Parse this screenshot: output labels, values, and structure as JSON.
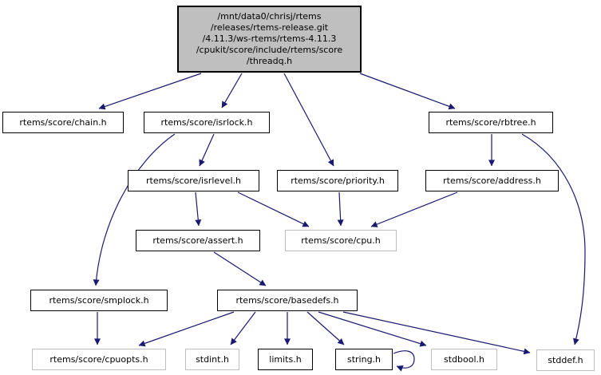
{
  "diagram": {
    "type": "include-dependency-graph",
    "style": "doxygen-graphviz",
    "colors": {
      "edge": "#191970",
      "main_node_fill": "#bfbfbf",
      "node_fill": "#ffffff",
      "internal_node_border": "#000000",
      "external_node_border": "#bebebe",
      "text": "#000000",
      "background": "#ffffff"
    }
  },
  "nodes": {
    "threadq": {
      "label": "/mnt/data0/chrisj/rtems\n/releases/rtems-release.git\n/4.11.3/ws-rtems/rtems-4.11.3\n/cpukit/score/include/rtems/score\n/threadq.h",
      "kind": "main"
    },
    "chain": {
      "label": "rtems/score/chain.h",
      "kind": "internal"
    },
    "isrlock": {
      "label": "rtems/score/isrlock.h",
      "kind": "internal"
    },
    "rbtree": {
      "label": "rtems/score/rbtree.h",
      "kind": "internal"
    },
    "isrlevel": {
      "label": "rtems/score/isrlevel.h",
      "kind": "internal"
    },
    "priority": {
      "label": "rtems/score/priority.h",
      "kind": "internal"
    },
    "address": {
      "label": "rtems/score/address.h",
      "kind": "internal"
    },
    "assert": {
      "label": "rtems/score/assert.h",
      "kind": "internal"
    },
    "cpu": {
      "label": "rtems/score/cpu.h",
      "kind": "external"
    },
    "smplock": {
      "label": "rtems/score/smplock.h",
      "kind": "internal"
    },
    "basedefs": {
      "label": "rtems/score/basedefs.h",
      "kind": "internal"
    },
    "cpuopts": {
      "label": "rtems/score/cpuopts.h",
      "kind": "external"
    },
    "stdint": {
      "label": "stdint.h",
      "kind": "external"
    },
    "limits": {
      "label": "limits.h",
      "kind": "internal"
    },
    "string": {
      "label": "string.h",
      "kind": "internal"
    },
    "stdbool": {
      "label": "stdbool.h",
      "kind": "external"
    },
    "stddef": {
      "label": "stddef.h",
      "kind": "external"
    }
  },
  "edges": [
    {
      "from": "threadq",
      "to": "chain"
    },
    {
      "from": "threadq",
      "to": "isrlock"
    },
    {
      "from": "threadq",
      "to": "priority"
    },
    {
      "from": "threadq",
      "to": "rbtree"
    },
    {
      "from": "isrlock",
      "to": "isrlevel"
    },
    {
      "from": "isrlock",
      "to": "smplock"
    },
    {
      "from": "isrlevel",
      "to": "assert"
    },
    {
      "from": "isrlevel",
      "to": "cpu"
    },
    {
      "from": "priority",
      "to": "cpu"
    },
    {
      "from": "address",
      "to": "cpu"
    },
    {
      "from": "rbtree",
      "to": "address"
    },
    {
      "from": "rbtree",
      "to": "stddef"
    },
    {
      "from": "assert",
      "to": "basedefs"
    },
    {
      "from": "smplock",
      "to": "cpuopts"
    },
    {
      "from": "basedefs",
      "to": "cpuopts"
    },
    {
      "from": "basedefs",
      "to": "stdint"
    },
    {
      "from": "basedefs",
      "to": "limits"
    },
    {
      "from": "basedefs",
      "to": "string"
    },
    {
      "from": "basedefs",
      "to": "stdbool"
    },
    {
      "from": "basedefs",
      "to": "stddef"
    },
    {
      "from": "string",
      "to": "string"
    }
  ]
}
